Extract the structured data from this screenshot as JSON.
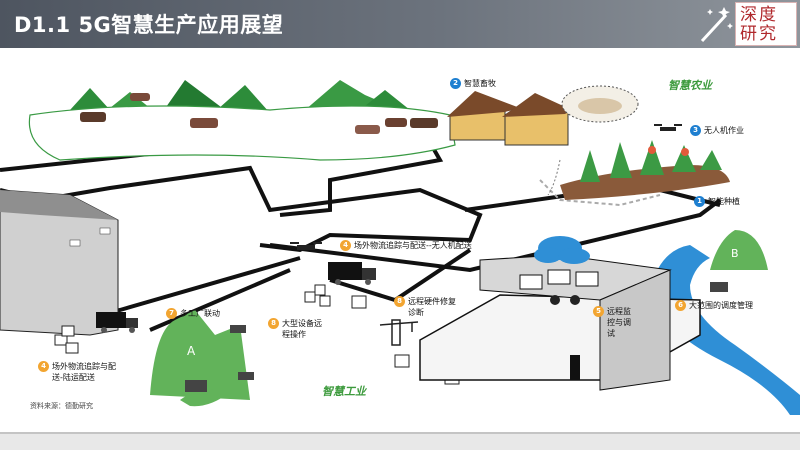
{
  "header": {
    "title": "D1.1 5G智慧生产应用展望",
    "logo_line1": "深度",
    "logo_line2": "研究"
  },
  "areas": {
    "agriculture": "智慧农业",
    "industry": "智慧工业"
  },
  "callouts": [
    {
      "num": "1",
      "text": "智能种植",
      "color": "blue"
    },
    {
      "num": "2",
      "text": "智慧畜牧",
      "color": "blue"
    },
    {
      "num": "3",
      "text": "无人机作业",
      "color": "blue"
    },
    {
      "num": "4",
      "text": "场外物流追踪与配送--无人机配送",
      "color": "orange"
    },
    {
      "num": "4",
      "text": "场外物流追踪与配送-陆运配送",
      "color": "orange"
    },
    {
      "num": "5",
      "text": "远程监控与调试",
      "color": "orange"
    },
    {
      "num": "6",
      "text": "大范围的调度管理",
      "color": "orange"
    },
    {
      "num": "7",
      "text": "多工厂联动",
      "color": "orange"
    },
    {
      "num": "8",
      "text": "大型设备远程操作",
      "color": "orange"
    },
    {
      "num": "8",
      "text": "远程硬件修复诊断",
      "color": "orange"
    }
  ],
  "hill_labels": {
    "a": "A",
    "b": "B"
  },
  "source": "资料来源：德勤研究",
  "colors": {
    "green_dark": "#1e6b2e",
    "green_light": "#62b35a",
    "river": "#2f8fd6",
    "orange": "#f2a531",
    "blue": "#1e7fd0"
  }
}
